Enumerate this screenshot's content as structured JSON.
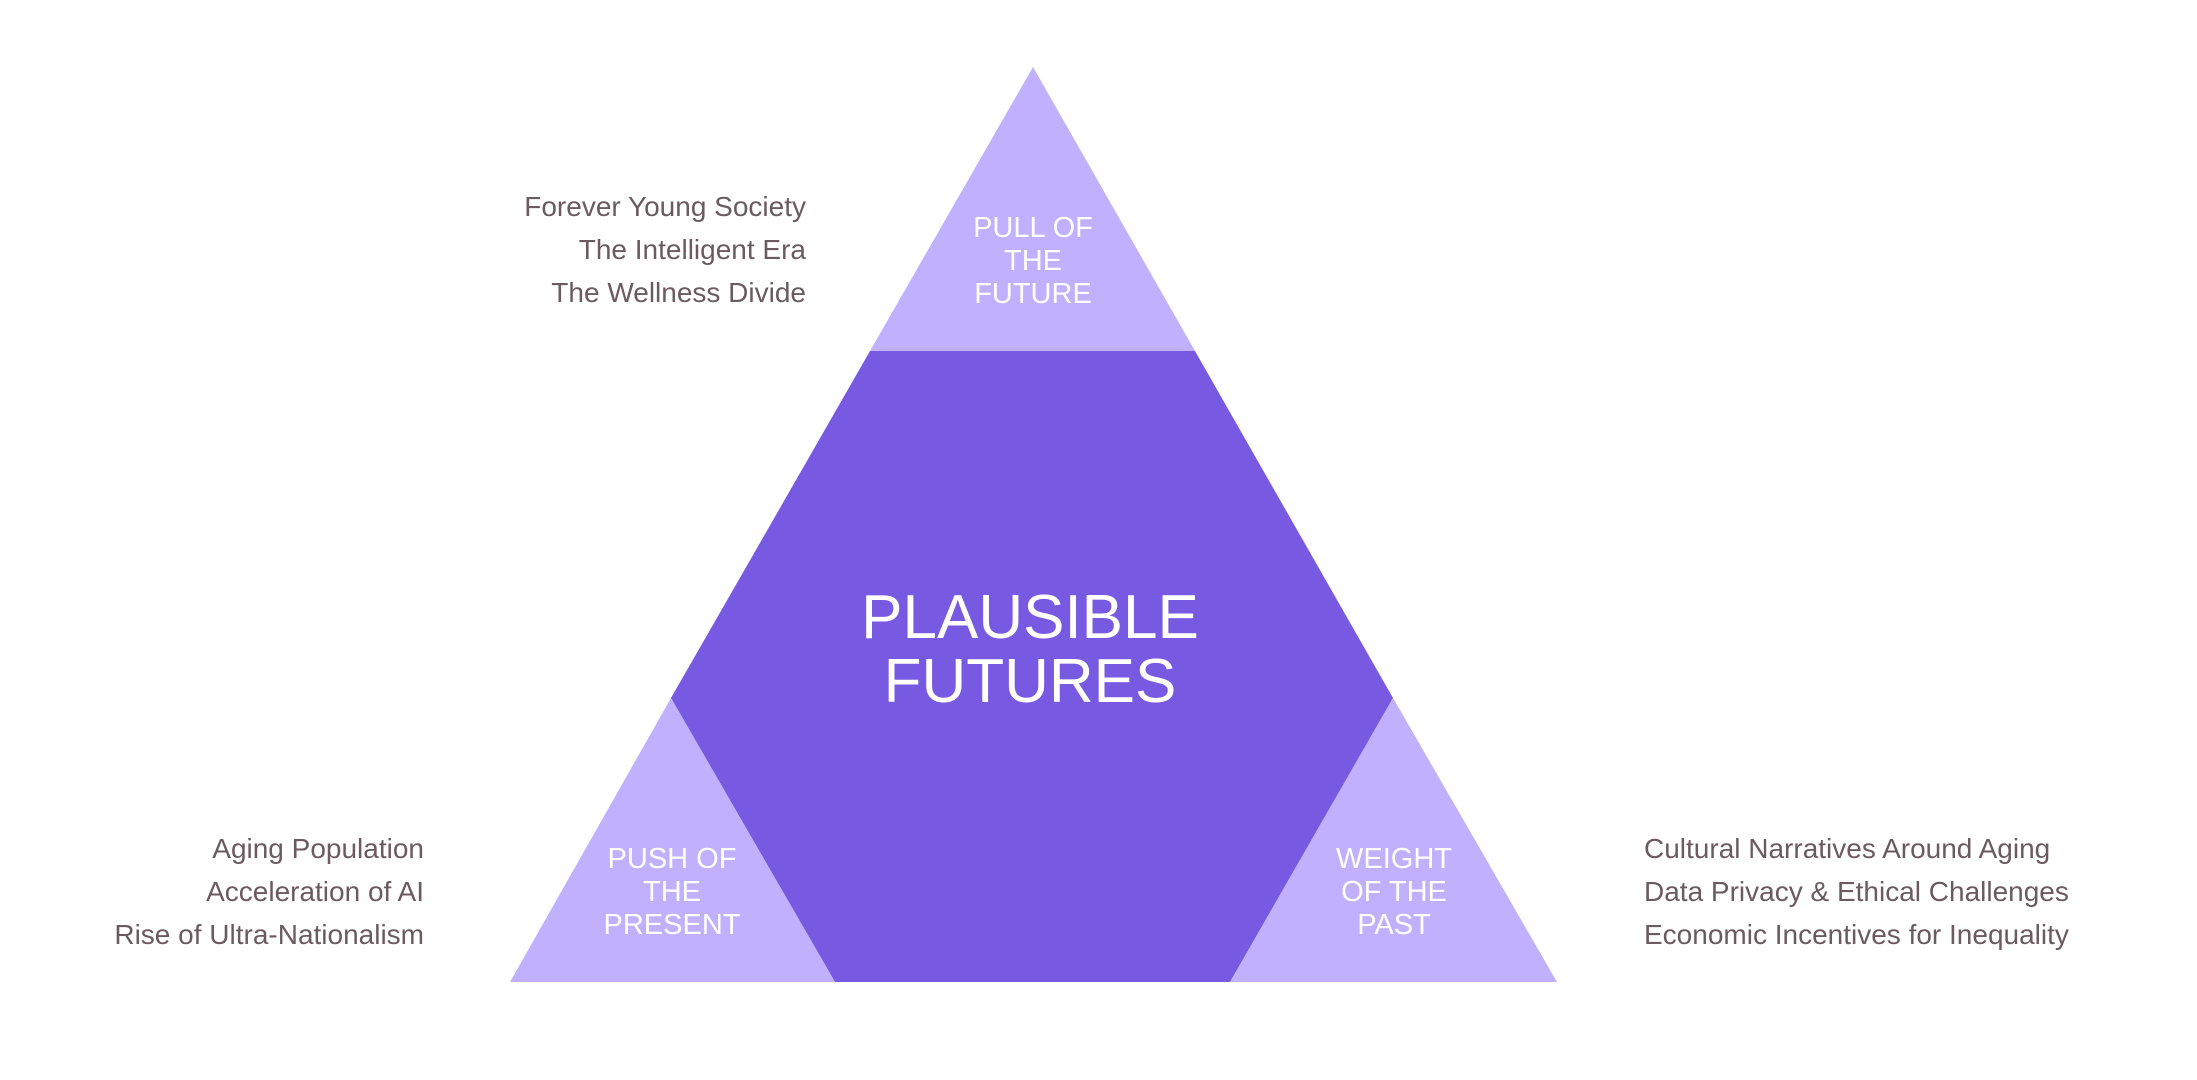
{
  "diagram": {
    "center": {
      "lines": [
        "PLAUSIBLE",
        "FUTURES"
      ]
    },
    "top": {
      "lines": [
        "PULL OF",
        "THE",
        "FUTURE"
      ]
    },
    "bottom_left": {
      "lines": [
        "PUSH OF",
        "THE",
        "PRESENT"
      ]
    },
    "bottom_right": {
      "lines": [
        "WEIGHT",
        "OF THE",
        "PAST"
      ]
    }
  },
  "lists": {
    "future": [
      "Forever Young Society",
      "The Intelligent Era",
      "The Wellness Divide"
    ],
    "present": [
      "Aging Population",
      "Acceleration of AI",
      "Rise of Ultra-Nationalism"
    ],
    "past": [
      "Cultural Narratives Around Aging",
      "Data Privacy & Ethical Challenges",
      "Economic Incentives for Inequality"
    ]
  },
  "colors": {
    "center_fill": "#7759e2",
    "corner_fill": "#c0b0fd",
    "list_text": "#6b5a5f"
  }
}
